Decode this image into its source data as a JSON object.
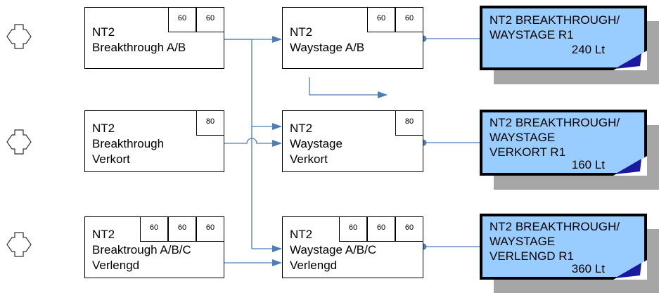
{
  "rows": [
    {
      "source": {
        "lines": "NT2\nBreakthrough A/B",
        "cells": [
          "60",
          "60"
        ]
      },
      "target": {
        "lines": "NT2\nWaystage A/B",
        "cells": [
          "60",
          "60"
        ]
      },
      "note": {
        "text": "NT2 BREAKTHROUGH/\nWAYSTAGE R1",
        "amount": "240 Lt"
      }
    },
    {
      "source": {
        "lines": "NT2\nBreakthrough\nVerkort",
        "cells": [
          "80"
        ]
      },
      "target": {
        "lines": "NT2\nWaystage\nVerkort",
        "cells": [
          "80"
        ]
      },
      "note": {
        "text": "NT2 BREAKTHROUGH/\nWAYSTAGE\nVERKORT R1",
        "amount": "160 Lt"
      }
    },
    {
      "source": {
        "lines": "NT2\nBreaktrough A/B/C\nVerlengd",
        "cells": [
          "60",
          "60",
          "60"
        ]
      },
      "target": {
        "lines": "NT2\nWaystage A/B/C\nVerlengd",
        "cells": [
          "60",
          "60",
          "60"
        ]
      },
      "note": {
        "text": "NT2 BREAKTHROUGH/\nWAYSTAGE\nVERLENGD R1",
        "amount": "360 Lt"
      }
    }
  ],
  "colors": {
    "connector": "#4a7ebb",
    "note_fill": "#99ccff",
    "shadow": "#a6a6a6"
  }
}
